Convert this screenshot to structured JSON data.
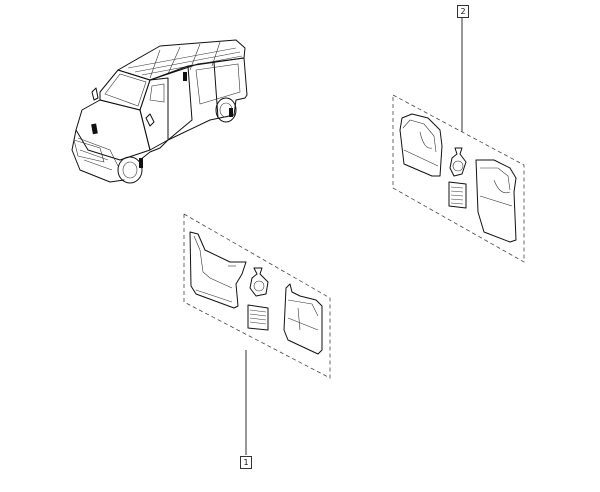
{
  "diagram": {
    "type": "exploded parts diagram",
    "vehicle": "van-illustration",
    "callouts": [
      {
        "id": "1",
        "label": "1",
        "description": "front mud flap kit"
      },
      {
        "id": "2",
        "label": "2",
        "description": "rear mud flap kit"
      }
    ],
    "kits": [
      {
        "callout": "1",
        "contents": [
          "mud-flap-left",
          "fixing-bag",
          "instruction-leaflet",
          "mud-flap-right"
        ]
      },
      {
        "callout": "2",
        "contents": [
          "mud-flap-left",
          "fixing-bag",
          "instruction-leaflet",
          "mud-flap-right"
        ]
      }
    ],
    "colors": {
      "line": "#111111",
      "background": "#ffffff",
      "dash": "#444444"
    }
  }
}
